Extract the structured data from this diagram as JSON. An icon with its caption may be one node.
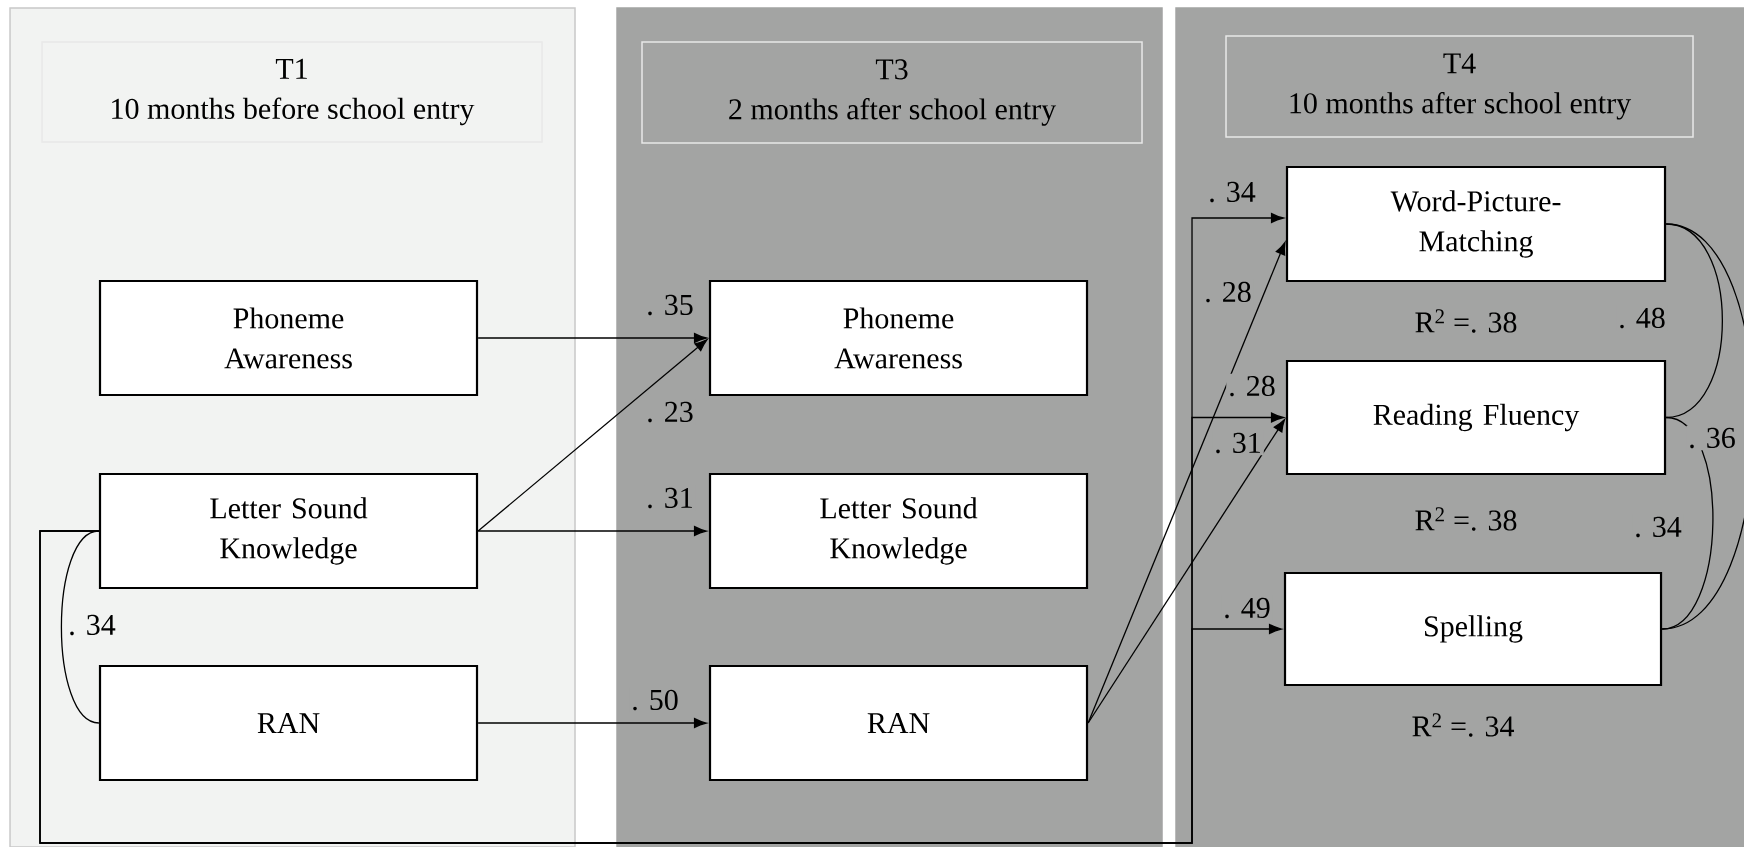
{
  "diagram": {
    "nodes": [
      {
        "text": [],
        "shape": "band"
      },
      {
        "text": [
          "T1",
          "10 months before school entry"
        ],
        "in": 0
      },
      {
        "text": [
          "Phoneme Awareness"
        ],
        "in": 0
      },
      {
        "text": [
          "Letter Sound Knowledge"
        ],
        "in": 0
      },
      {
        "text": [
          "RAN"
        ],
        "in": 0
      },
      {
        "text": [],
        "shape": "band"
      },
      {
        "text": [
          "T3",
          "2 months after school entry"
        ],
        "in": 5
      },
      {
        "text": [
          "Phoneme Awareness"
        ],
        "in": 5
      },
      {
        "text": [
          "Letter Sound Knowledge"
        ],
        "in": 5
      },
      {
        "text": [
          "RAN"
        ],
        "in": 5
      },
      {
        "text": [],
        "shape": "band"
      },
      {
        "text": [
          "T4",
          "10 months after school entry"
        ],
        "in": 10
      },
      {
        "text": [
          "Word-Picture-Matching"
        ],
        "in": 10,
        "beside": [
          "R$^{2}$ =. 38"
        ]
      },
      {
        "text": [
          "Reading Fluency"
        ],
        "in": 10,
        "beside": [
          "R$^{2}$ =. 38"
        ]
      },
      {
        "text": [
          "Spelling"
        ],
        "in": 10,
        "beside": [
          "R$^{2}$ =. 34"
        ]
      }
    ],
    "edges": [
      {
        "from": 2,
        "to": 7,
        "arrow": "to",
        "label": ". 35"
      },
      {
        "from": 3,
        "to": 7,
        "arrow": "to",
        "label": ". 23"
      },
      {
        "from": 3,
        "to": 8,
        "arrow": "to",
        "label": ". 31"
      },
      {
        "from": 4,
        "to": 9,
        "arrow": "to",
        "label": ". 50"
      },
      {
        "from": 3,
        "to": 4,
        "arrow": "none",
        "label": ". 34"
      },
      {
        "from": 3,
        "to": 12,
        "arrow": "to",
        "label": ". 34"
      },
      {
        "from": 3,
        "to": 13,
        "arrow": "to",
        "label": ". 28"
      },
      {
        "from": 3,
        "to": 14,
        "arrow": "to",
        "label": ". 49"
      },
      {
        "from": 9,
        "to": 12,
        "arrow": "to",
        "label": ". 28"
      },
      {
        "from": 9,
        "to": 13,
        "arrow": "to",
        "label": ". 31"
      },
      {
        "from": 12,
        "to": 13,
        "arrow": "none",
        "label": ". 48"
      },
      {
        "from": 12,
        "to": 14,
        "arrow": "none",
        "label": ". 36"
      },
      {
        "from": 13,
        "to": 14,
        "arrow": "none",
        "label": ". 34"
      }
    ]
  }
}
